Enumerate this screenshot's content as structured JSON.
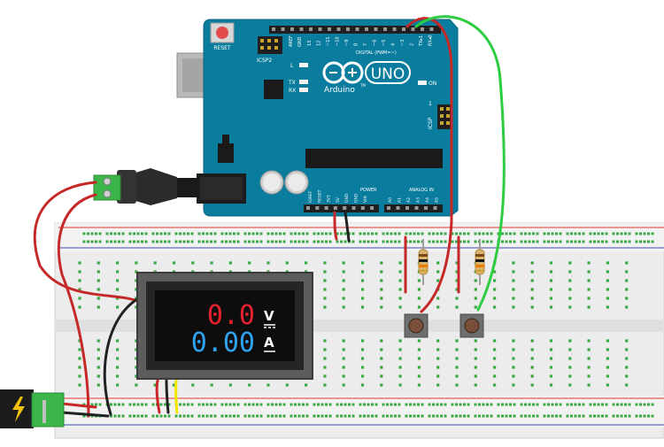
{
  "arduino": {
    "reset_label": "RESET",
    "icsp2_label": "ICSP2",
    "icsp_label": "ICSP",
    "aref_label": "AREF",
    "gnd_label": "GND",
    "digital_pins": [
      "13",
      "12",
      "~11",
      "~10",
      "~9",
      "8",
      "7",
      "~6",
      "~5",
      "4",
      "~3",
      "2",
      "TX▸1",
      "RX◂0"
    ],
    "digital_label": "DIGITAL (PWM=~)",
    "l_label": "L",
    "tx_label": "TX",
    "rx_label": "RX",
    "on_label": "ON",
    "brand": "Arduino",
    "model": "UNO",
    "tm": "TM",
    "icsp_one": "1",
    "power_pins": [
      "IOREF",
      "RESET",
      "3V3",
      "5V",
      "GND",
      "GND",
      "VIN"
    ],
    "power_label": "POWER",
    "analog_label": "ANALOG IN",
    "analog_pins": [
      "A0",
      "A1",
      "A2",
      "A3",
      "A4",
      "A5"
    ]
  },
  "meter": {
    "volts_value": "0.0",
    "volts_unit": "V",
    "amps_value": "0.00",
    "amps_unit": "A",
    "volts_color": "#e8222e",
    "amps_color": "#2fa3f0"
  },
  "breadboard": {
    "columns": 30,
    "power_rail_colors": {
      "positive": "#e3342f",
      "negative": "#3949ab"
    }
  },
  "wire_colors": {
    "red": "#c62828",
    "black": "#212121",
    "green": "#2ecc40",
    "yellow": "#f4e500"
  },
  "icons": {
    "barrel_jack": "lightning-bolt-icon",
    "terminal_block": "screw-terminal-icon"
  }
}
